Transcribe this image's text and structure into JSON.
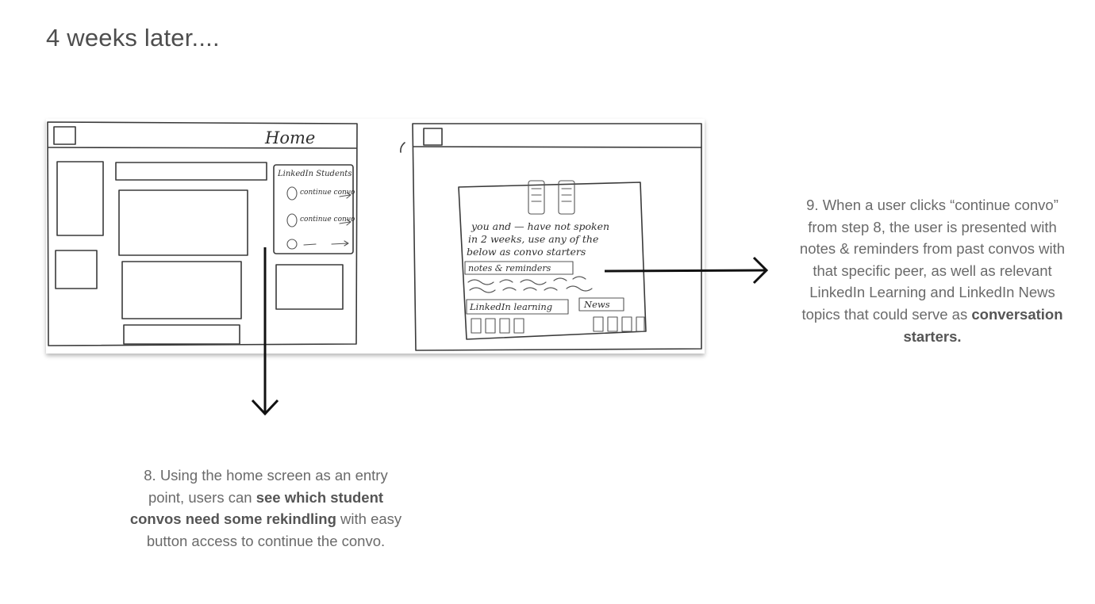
{
  "title": "4 weeks later....",
  "sketch_home": {
    "header_label": "Home",
    "widget_title": "LinkedIn Students",
    "buttons": [
      "continue convo",
      "continue convo"
    ]
  },
  "sketch_convo": {
    "message": [
      "you and — have not spoken",
      "in 2 weeks, use any of the",
      "below as convo starters"
    ],
    "notes_label": "notes & reminders",
    "learning_label": "LinkedIn learning",
    "news_label": "News"
  },
  "captions": {
    "step8": {
      "before": "8. Using the home screen as an entry point, users can ",
      "bold": "see which student convos need some rekindling",
      "after": " with easy button access to continue the convo."
    },
    "step9": {
      "before": "9. When a user clicks “continue convo” from step 8, the user is presented with notes & reminders from past convos with that specific peer, as well as relevant LinkedIn Learning and LinkedIn News topics that could serve as ",
      "bold": "conversation starters.",
      "after": ""
    }
  }
}
